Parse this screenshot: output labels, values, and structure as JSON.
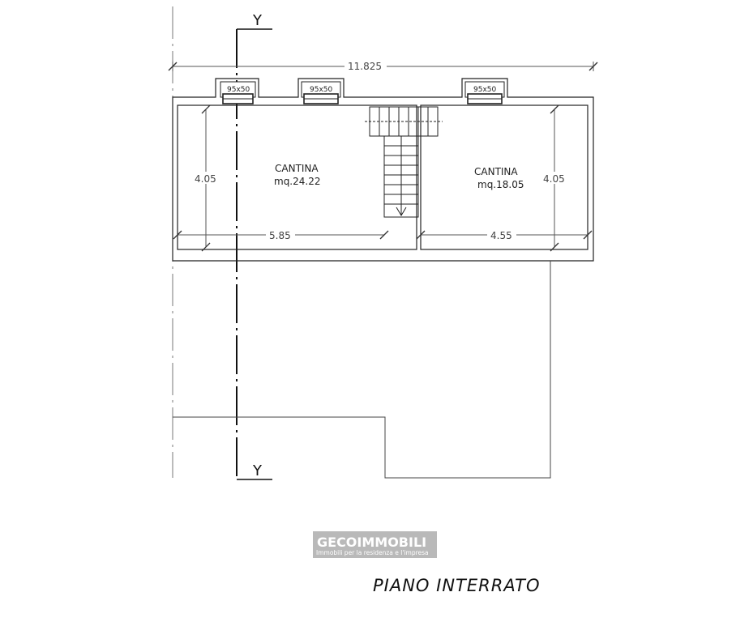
{
  "drawing": {
    "title": "PIANO INTERRATO",
    "section_axis_label_top": "Y",
    "section_axis_label_bottom": "Y",
    "overall_dimension": "11.825",
    "windows": [
      {
        "label": "95x50"
      },
      {
        "label": "95x50"
      },
      {
        "label": "95x50"
      }
    ],
    "rooms": [
      {
        "name": "CANTINA",
        "area": "mq.24.22",
        "height_dim": "4.05",
        "width_dim": "5.85"
      },
      {
        "name": "CANTINA",
        "area": "mq.18.05",
        "height_dim": "4.05",
        "width_dim": "4.55"
      }
    ]
  },
  "watermark": {
    "brand": "GECOIMMOBILI",
    "tagline": "Immobili per la residenza e l'impresa"
  },
  "colors": {
    "line": "#222222",
    "watermark": "#b9b9b9",
    "background": "#ffffff"
  }
}
